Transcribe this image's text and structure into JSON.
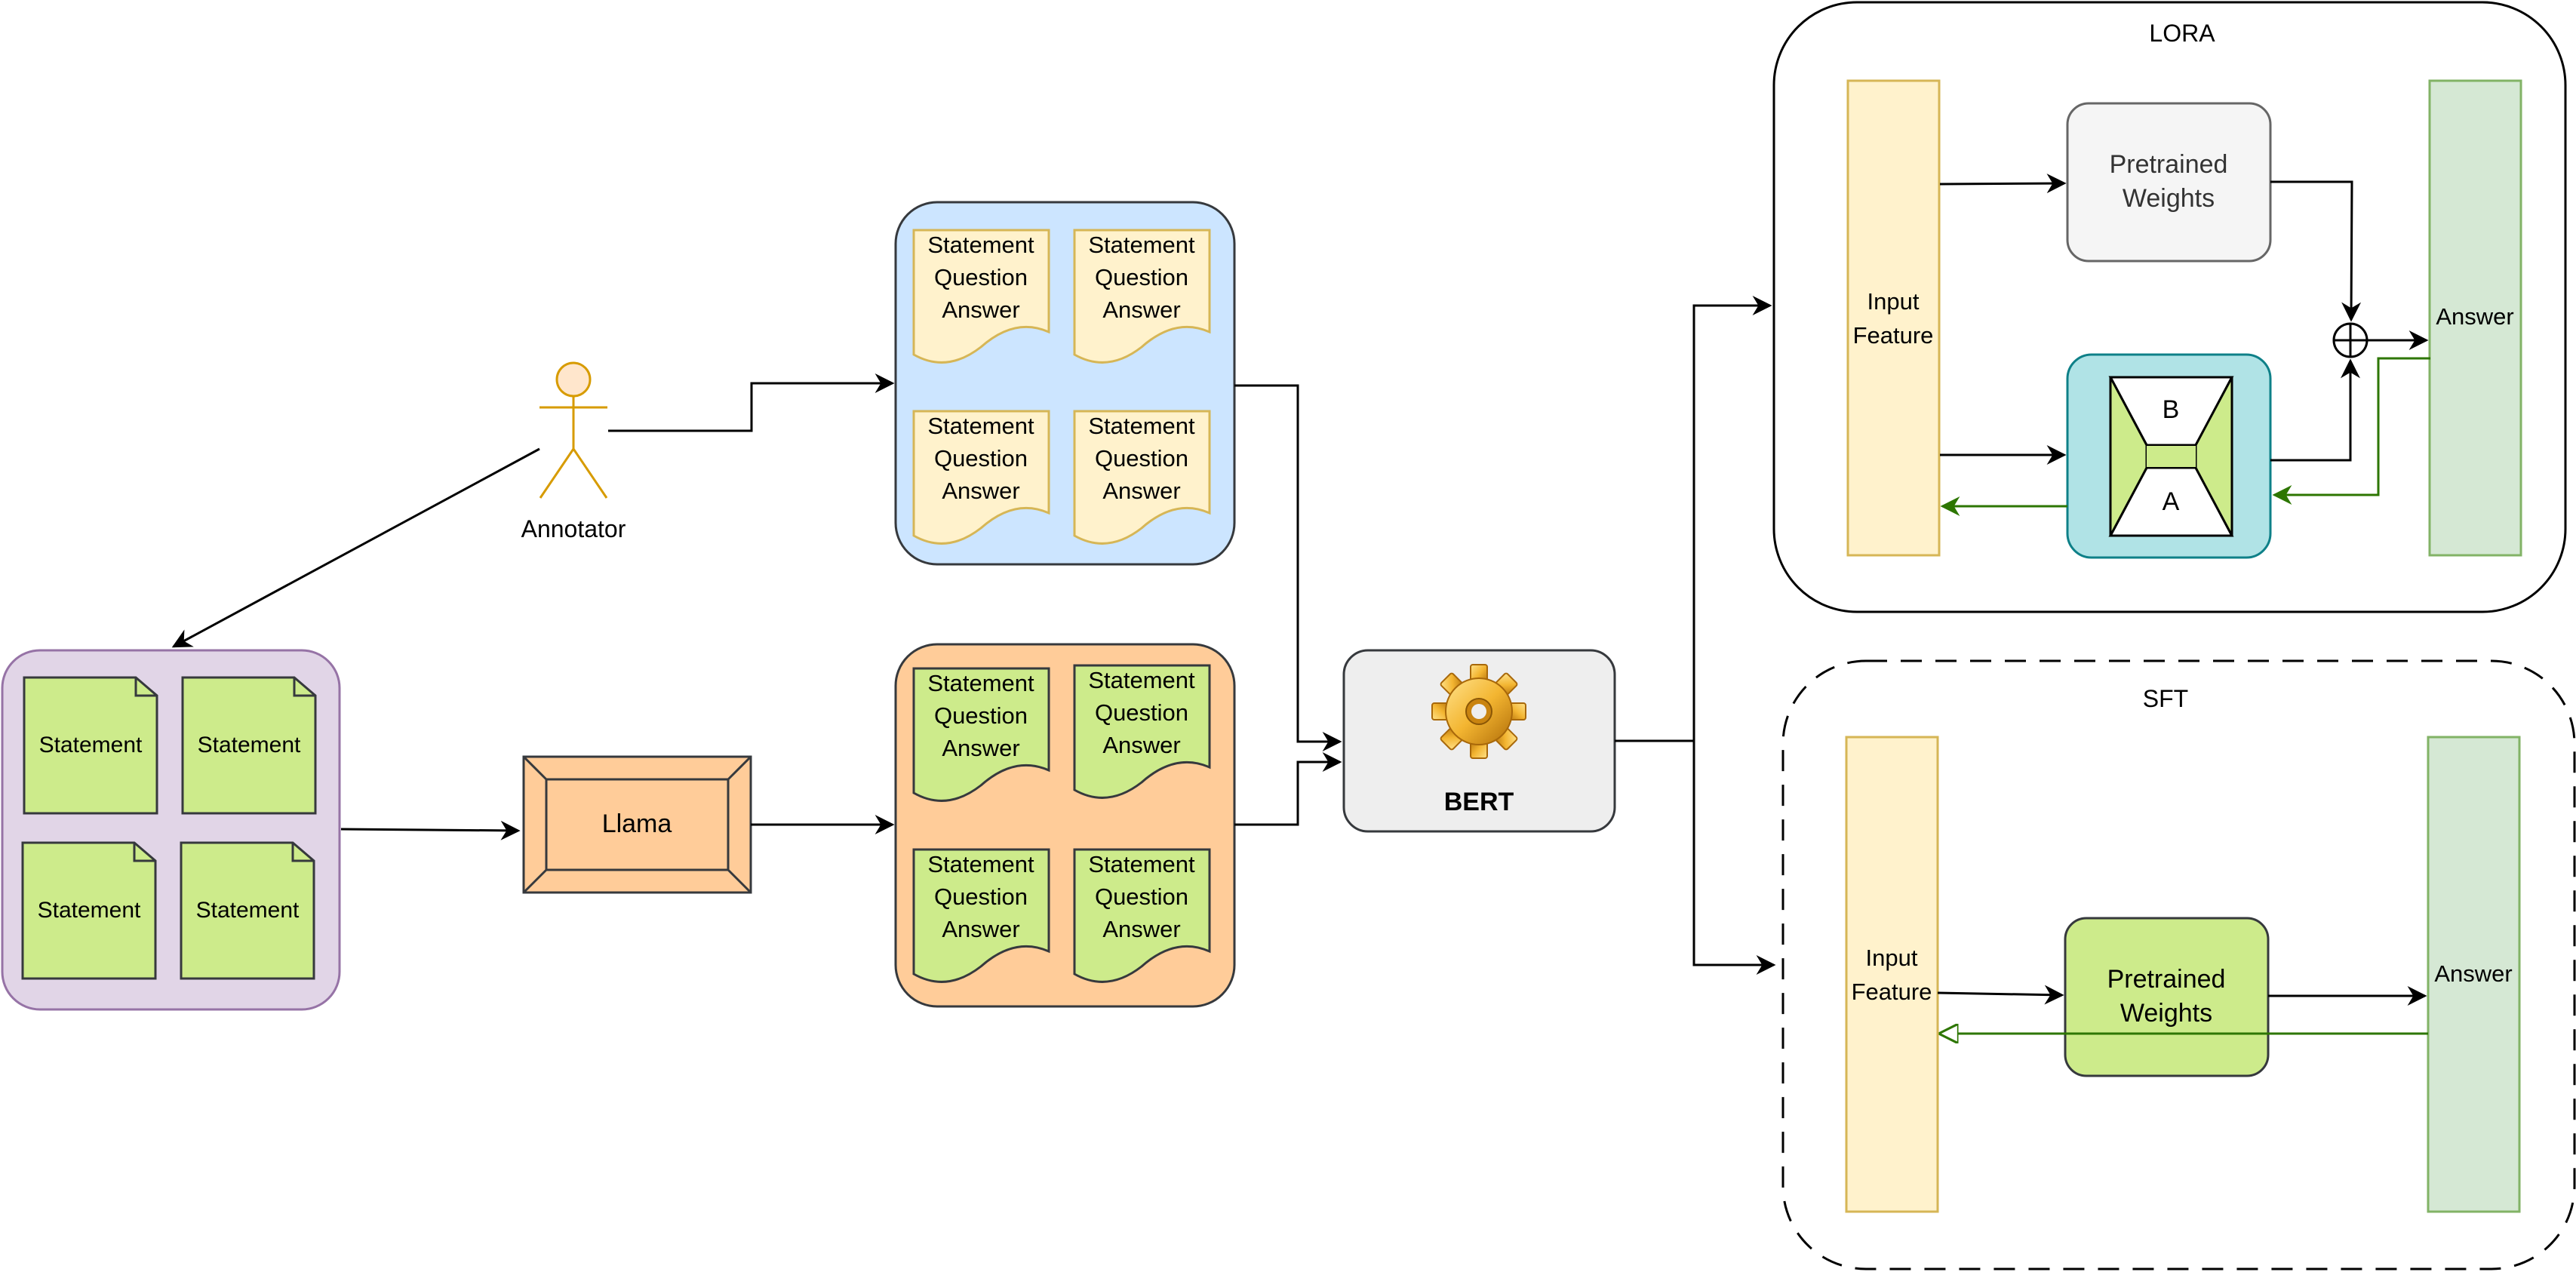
{
  "annotator": {
    "label": "Annotator"
  },
  "statements": {
    "items": [
      {
        "label": "Statement"
      },
      {
        "label": "Statement"
      },
      {
        "label": "Statement"
      },
      {
        "label": "Statement"
      }
    ]
  },
  "llama": {
    "label": "Llama"
  },
  "qa_docs": {
    "line1": "Statement",
    "line2": "Question",
    "line3": "Answer"
  },
  "bert": {
    "label": "BERT"
  },
  "lora": {
    "title": "LORA",
    "input_line1": "Input",
    "input_line2": "Feature",
    "pretrained_line1": "Pretrained",
    "pretrained_line2": "Weights",
    "matrix_b": "B",
    "matrix_a": "A",
    "answer": "Answer"
  },
  "sft": {
    "title": "SFT",
    "input_line1": "Input",
    "input_line2": "Feature",
    "pretrained_line1": "Pretrained",
    "pretrained_line2": "Weights",
    "answer": "Answer"
  }
}
